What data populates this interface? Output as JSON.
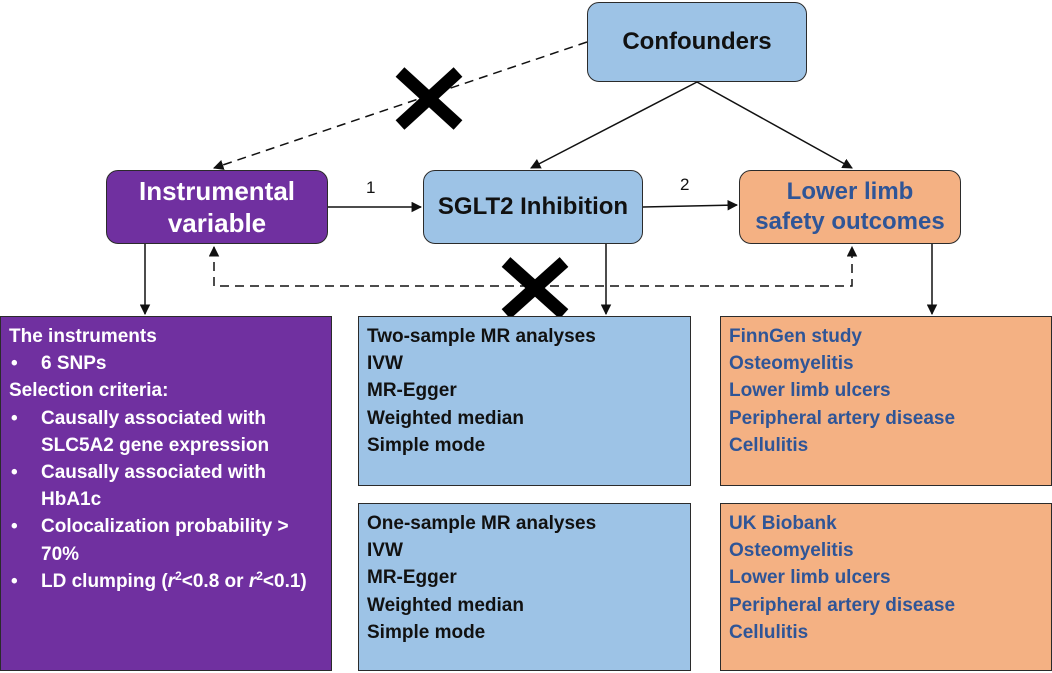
{
  "nodes": {
    "confounders": "Confounders",
    "instrumental_variable": [
      "Instrumental",
      "variable"
    ],
    "sglt2": "SGLT2 Inhibition",
    "outcomes": [
      "Lower limb",
      "safety outcomes"
    ]
  },
  "edge_labels": {
    "path1": "1",
    "path2": "2"
  },
  "instruments_panel": {
    "title": "The instruments",
    "snps": "6 SNPs",
    "criteria_title": "Selection criteria:",
    "criterion_1": [
      "Causally associated with",
      "SLC5A2 gene expression"
    ],
    "criterion_2": [
      "Causally associated with",
      "HbA1c"
    ],
    "criterion_3": [
      "Colocalization probability >",
      "70%"
    ],
    "criterion_4": {
      "prefix": "LD clumping (",
      "r": "r",
      "sup": "2",
      "mid": "<0.8 or ",
      "end": "<0.1)"
    }
  },
  "two_sample": {
    "title": "Two-sample MR analyses",
    "methods": [
      "IVW",
      "MR-Egger",
      "Weighted median",
      "Simple mode"
    ]
  },
  "one_sample": {
    "title": "One-sample MR analyses",
    "methods": [
      "IVW",
      "MR-Egger",
      "Weighted median",
      "Simple mode"
    ]
  },
  "finngen": {
    "title": "FinnGen study",
    "outcomes": [
      "Osteomyelitis",
      "Lower limb ulcers",
      "Peripheral artery disease",
      "Cellulitis"
    ]
  },
  "ukbiobank": {
    "title": "UK Biobank",
    "outcomes": [
      "Osteomyelitis",
      "Lower limb ulcers",
      "Peripheral artery disease",
      "Cellulitis"
    ]
  },
  "colors": {
    "purple": "#7030a0",
    "light_blue": "#9dc3e6",
    "orange": "#f4b183",
    "blue_text": "#2f5597"
  }
}
